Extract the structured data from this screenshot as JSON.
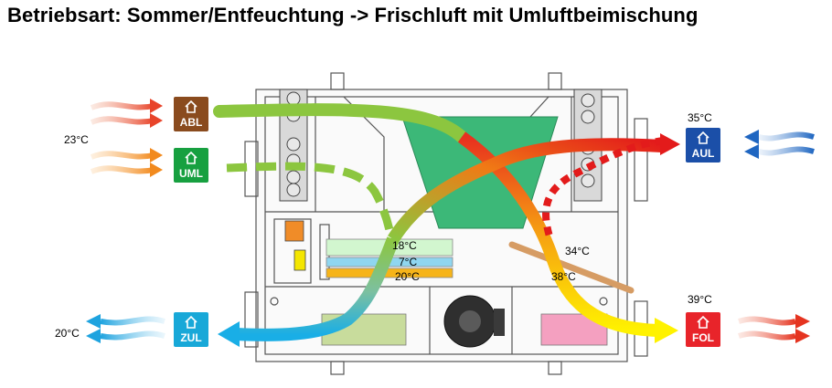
{
  "title": "Betriebsart: Sommer/Entfeuchtung -> Frischluft mit Umluftbeimischung",
  "badges": {
    "abl": {
      "code": "ABL",
      "color": "#8a4b1e"
    },
    "uml": {
      "code": "UML",
      "color": "#17a040"
    },
    "zul": {
      "code": "ZUL",
      "color": "#18a8d8"
    },
    "aul": {
      "code": "AUL",
      "color": "#1b4fa8"
    },
    "fol": {
      "code": "FOL",
      "color": "#e8242a"
    }
  },
  "temps": {
    "inlet": "23°C",
    "supply": "20°C",
    "outdoor": "35°C",
    "exhaust": "39°C",
    "coil1": "18°C",
    "coil2": "7°C",
    "coil3": "20°C",
    "mid1": "34°C",
    "mid2": "38°C"
  }
}
